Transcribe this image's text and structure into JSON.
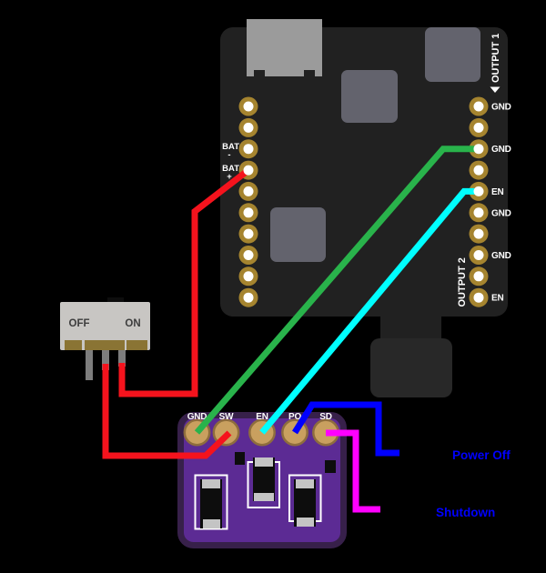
{
  "colors": {
    "background": "#000000",
    "board": "#212121",
    "chip": "#63636D",
    "usb_top": "#9B9B9B",
    "usb_bottom": "#282828",
    "pin_gold": "#A5842F",
    "pin_hole": "#FFFFFF",
    "breakout_fill": "#5C2B94",
    "breakout_border": "#37204A",
    "pad_gold": "#C9A05F",
    "pad_ring": "#8E6D3D",
    "silkscreen": "#FFFFFF",
    "component_black": "#0D0D0D",
    "component_cap": "#C4C4C4",
    "switch_body": "#C8C6C3",
    "switch_pad": "#8A7434",
    "switch_leg": "#7D7D7D",
    "switch_text": "#3D3D3D",
    "label_white": "#FFFFFF",
    "wire_red": "#F5131D",
    "wire_green": "#29B34B",
    "wire_cyan": "#00FFFF",
    "wire_blue": "#0000FF",
    "wire_magenta": "#FF00FF",
    "annotation_blue": "#0000FE"
  },
  "main_board": {
    "bat_labels": [
      {
        "line1": "BAT",
        "line2": "-"
      },
      {
        "line1": "BAT",
        "line2": "+"
      }
    ],
    "right_pin_labels": [
      "GND",
      "GND",
      "EN",
      "GND",
      "GND",
      "EN"
    ],
    "output1": "OUTPUT 1",
    "output2": "OUTPUT 2"
  },
  "switch": {
    "off": "OFF",
    "on": "ON"
  },
  "breakout": {
    "pins": [
      "GND",
      "SW",
      "EN",
      "PO",
      "SD"
    ]
  },
  "annotations": {
    "power_off": "Power Off",
    "shutdown": "Shutdown"
  },
  "wires": [
    {
      "color_name": "red",
      "from": "BAT +",
      "to": "switch ON-side leg"
    },
    {
      "color_name": "red",
      "from": "switch middle leg",
      "to": "SW"
    },
    {
      "color_name": "green",
      "from": "GND (OUTPUT 1)",
      "to": "GND"
    },
    {
      "color_name": "cyan",
      "from": "EN (OUTPUT 1)",
      "to": "EN"
    },
    {
      "color_name": "blue",
      "from": "PO",
      "to": "Power Off"
    },
    {
      "color_name": "magenta",
      "from": "SD",
      "to": "Shutdown"
    }
  ]
}
